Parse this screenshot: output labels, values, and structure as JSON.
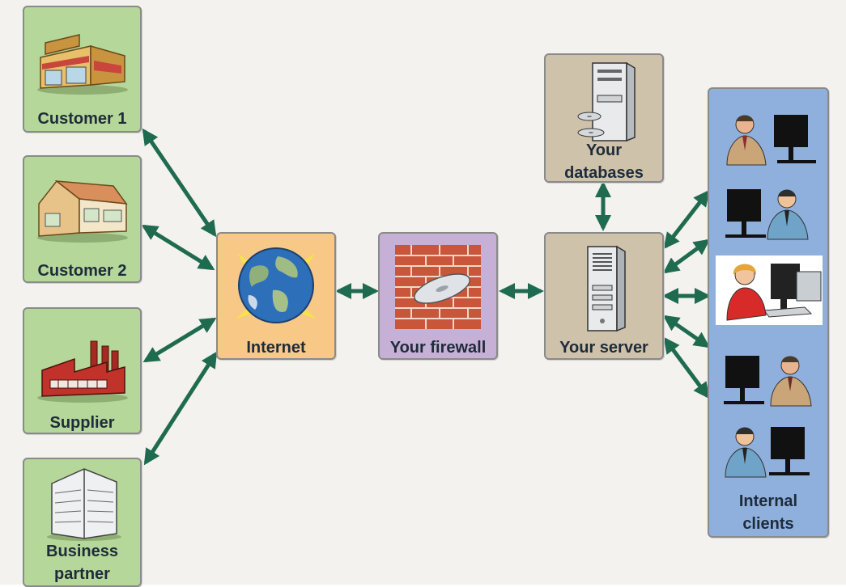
{
  "nodes": {
    "customer1": {
      "label": "Customer 1"
    },
    "customer2": {
      "label": "Customer 2"
    },
    "supplier": {
      "label": "Supplier"
    },
    "partner": {
      "label_line1": "Business",
      "label_line2": "partner"
    },
    "internet": {
      "label": "Internet"
    },
    "firewall": {
      "label": "Your firewall"
    },
    "server": {
      "label": "Your server"
    },
    "databases": {
      "label_line1": "Your",
      "label_line2": "databases"
    },
    "clients": {
      "label_line1": "Internal",
      "label_line2": "clients"
    }
  },
  "colors": {
    "arrow": "#1f6b4f",
    "external_box": "#b5d89a",
    "internet_box": "#f8c887",
    "firewall_box": "#c6b0d6",
    "server_box": "#cfc2aa",
    "clients_box": "#8fb0dc"
  }
}
